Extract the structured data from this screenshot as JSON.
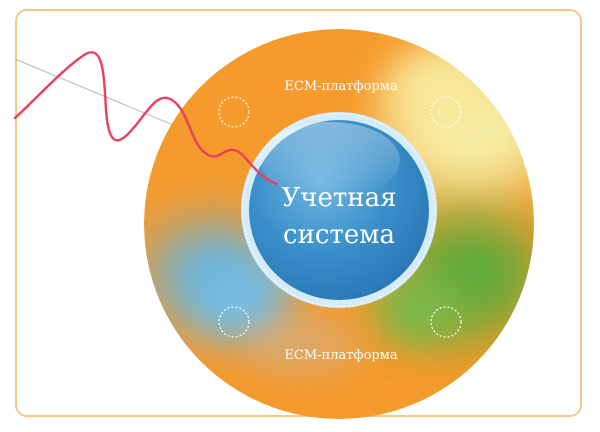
{
  "diagram": {
    "outer_ring": {
      "top_label": "ECM-платформа",
      "bottom_label": "ECM-платформа"
    },
    "core": {
      "line1": "Учетная",
      "line2": "система"
    },
    "colors": {
      "orange": "#f59a2c",
      "yellow": "#f4eda0",
      "green": "#5aab3a",
      "blue": "#5fb6e6",
      "core_blue": "#2f86c4",
      "core_ring": "#d4ecf9",
      "wave": "#e8405d",
      "thin_line": "#b8b8b8",
      "frame": "#f3c98a"
    },
    "icons": [
      "dashed-circle-icon",
      "dashed-circle-icon",
      "dashed-circle-icon",
      "dashed-circle-icon"
    ]
  }
}
